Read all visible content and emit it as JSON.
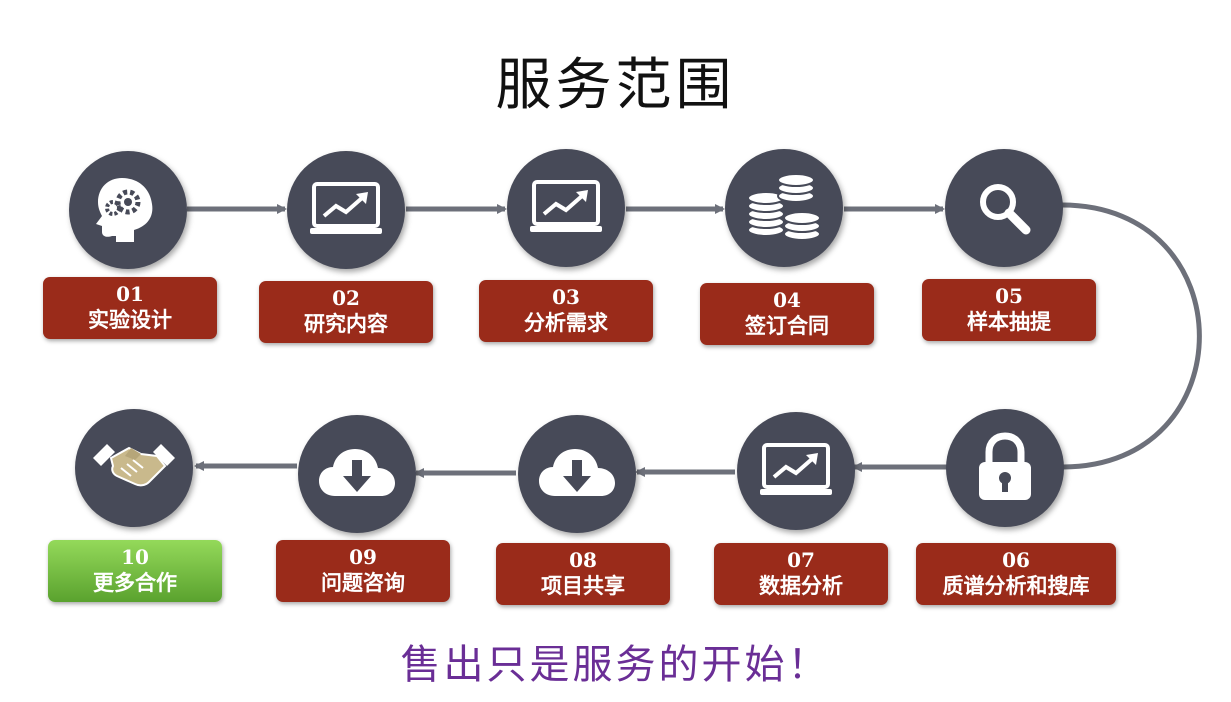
{
  "title": "服务范围",
  "slogan": "售出只是服务的开始！",
  "colors": {
    "circle": "#474a58",
    "label": "#9a2b1a",
    "label_final": "#72b53e",
    "connector": "#6d707a",
    "slogan": "#6a2e96"
  },
  "steps": [
    {
      "num": "01",
      "label": "实验设计",
      "icon": "brain-gear-icon"
    },
    {
      "num": "02",
      "label": "研究内容",
      "icon": "monitor-chart-icon"
    },
    {
      "num": "03",
      "label": "分析需求",
      "icon": "monitor-chart-icon"
    },
    {
      "num": "04",
      "label": "签订合同",
      "icon": "coin-stack-icon"
    },
    {
      "num": "05",
      "label": "样本抽提",
      "icon": "magnifier-icon"
    },
    {
      "num": "06",
      "label": "质谱分析和搜库",
      "icon": "padlock-icon"
    },
    {
      "num": "07",
      "label": "数据分析",
      "icon": "monitor-chart-icon"
    },
    {
      "num": "08",
      "label": "项目共享",
      "icon": "cloud-download-icon"
    },
    {
      "num": "09",
      "label": "问题咨询",
      "icon": "cloud-download-icon"
    },
    {
      "num": "10",
      "label": "更多合作",
      "icon": "handshake-icon"
    }
  ]
}
